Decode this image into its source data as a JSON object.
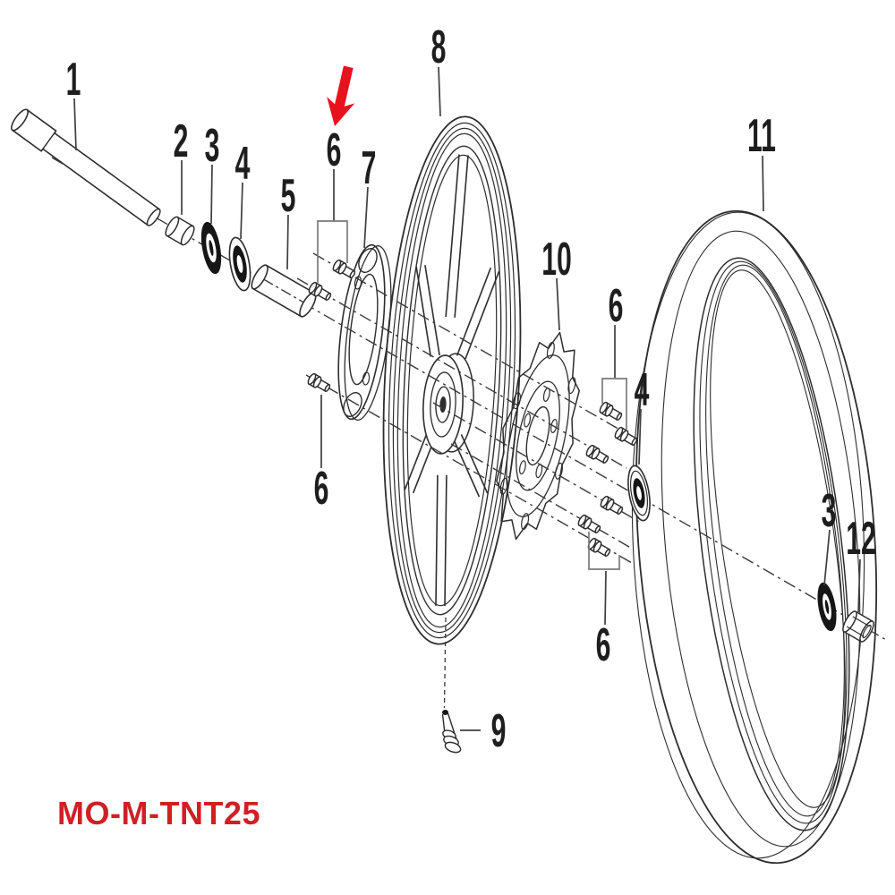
{
  "diagram": {
    "code_text": "MO-M-TNT25",
    "code_color": "#d02025",
    "arrow_color": "#e8121c",
    "line_color": "#2d2d2d",
    "background": "#ffffff",
    "parts_shown": [
      "1",
      "2",
      "3",
      "4",
      "5",
      "6",
      "7",
      "8",
      "9",
      "10",
      "11",
      "12"
    ],
    "labels": [
      {
        "part": "1"
      },
      {
        "part": "2"
      },
      {
        "part": "3"
      },
      {
        "part": "4"
      },
      {
        "part": "5"
      },
      {
        "part": "6"
      },
      {
        "part": "7"
      },
      {
        "part": "8"
      },
      {
        "part": "10"
      },
      {
        "part": "6"
      },
      {
        "part": "6"
      },
      {
        "part": "4"
      },
      {
        "part": "6"
      },
      {
        "part": "9"
      },
      {
        "part": "11"
      },
      {
        "part": "3"
      },
      {
        "part": "12"
      }
    ]
  }
}
